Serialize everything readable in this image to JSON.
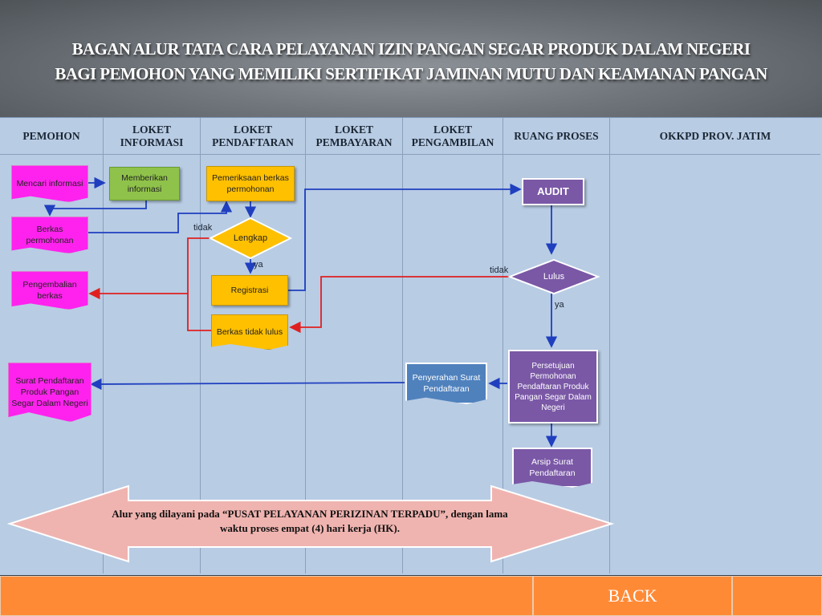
{
  "title": {
    "line1": "BAGAN ALUR TATA CARA PELAYANAN IZIN PANGAN SEGAR PRODUK DALAM NEGERI",
    "line2": "BAGI PEMOHON YANG MEMILIKI SERTIFIKAT JAMINAN MUTU DAN KEAMANAN PANGAN"
  },
  "lanes": [
    {
      "label": "PEMOHON"
    },
    {
      "label": "LOKET INFORMASI"
    },
    {
      "label": "LOKET PENDAFTARAN"
    },
    {
      "label": "LOKET PEMBAYARAN"
    },
    {
      "label": "LOKET PENGAMBILAN"
    },
    {
      "label": "RUANG PROSES"
    },
    {
      "label": "OKKPD PROV. JATIM"
    }
  ],
  "nodes": {
    "mencari": "Mencari informasi",
    "berkas": "Berkas permohonan",
    "pengembalian": "Pengembalian berkas",
    "surat": "Surat Pendaftaran Produk Pangan Segar Dalam Negeri",
    "memberikan": "Memberikan informasi",
    "pemeriksaan": "Pemeriksaan berkas permohonan",
    "lengkap": "Lengkap",
    "registrasi": "Registrasi",
    "tidak_lulus": "Berkas tidak lulus",
    "penyerahan": "Penyerahan Surat Pendaftaran",
    "audit": "AUDIT",
    "lulus": "Lulus",
    "persetujuan": "Persetujuan Permohonan Pendaftaran Produk Pangan Segar Dalam Negeri",
    "arsip": "Arsip Surat Pendaftaran"
  },
  "labels": {
    "tidak1": "tidak",
    "ya1": "ya",
    "tidak2": "tidak",
    "ya2": "ya"
  },
  "banner": {
    "line1": "Alur yang dilayani pada “PUSAT PELAYANAN PERIZINAN TERPADU”, dengan lama",
    "line2": "waktu proses empat (4) hari kerja (HK)."
  },
  "footer": {
    "back_label": "BACK"
  },
  "colors": {
    "accent_orange": "#ff8a36",
    "panel": "#b8cce4",
    "arrow_blue": "#1f3fbf",
    "arrow_red": "#e02020"
  }
}
